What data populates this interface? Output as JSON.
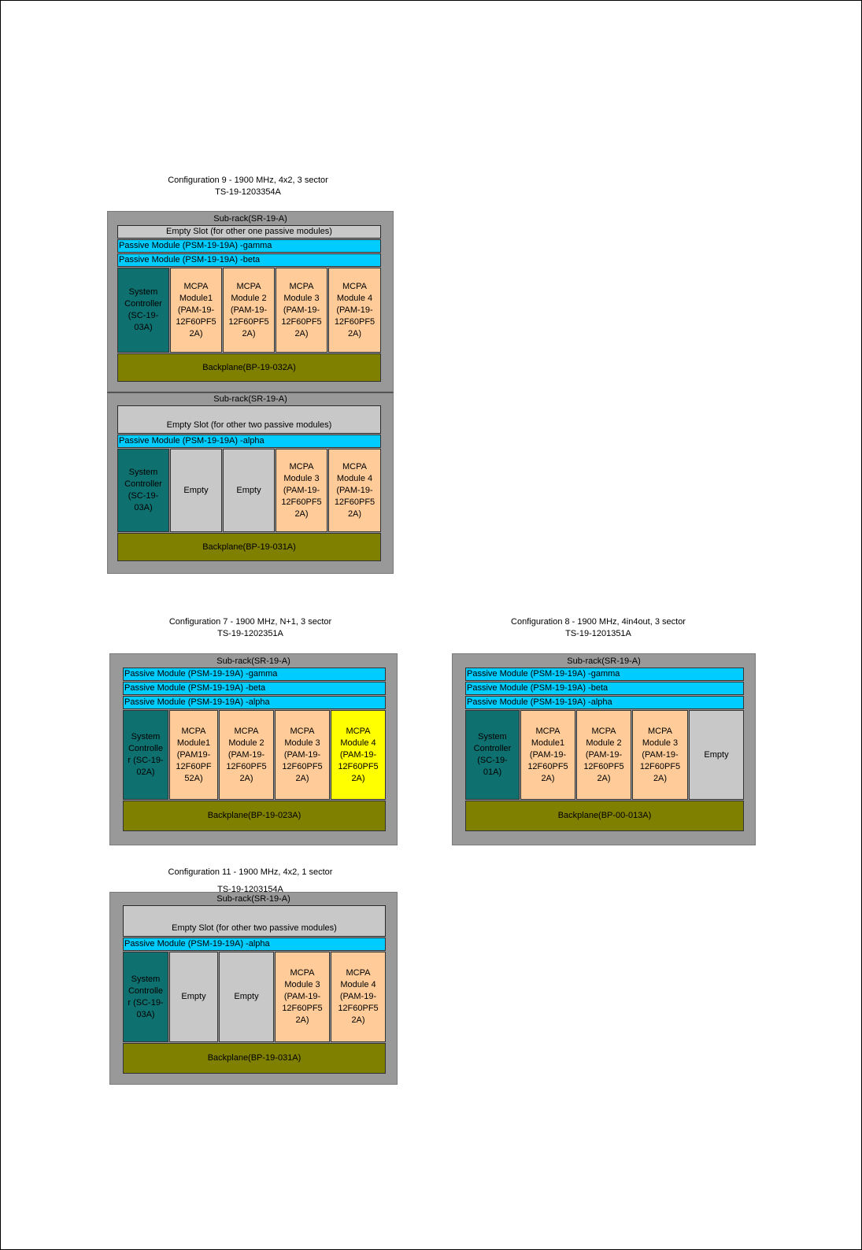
{
  "configs": [
    {
      "title": "Configuration 9 - 1900 MHz, 4x2, 3 sector",
      "part": "TS-19-1203354A",
      "racks": [
        {
          "label": "Sub-rack(SR-19-A)",
          "empty_slot": "Empty Slot (for other one passive modules)",
          "passive": [
            "Passive Module (PSM-19-19A) -gamma",
            "Passive Module (PSM-19-19A) -beta"
          ],
          "slots": [
            "System\nController\n(SC-19-\n03A)",
            "MCPA\nModule1\n(PAM-19-\n12F60PF5\n2A)",
            "MCPA\nModule 2\n(PAM-19-\n12F60PF5\n2A)",
            "MCPA\nModule 3\n(PAM-19-\n12F60PF5\n2A)",
            "MCPA\nModule 4\n(PAM-19-\n12F60PF5\n2A)"
          ],
          "backplane": "Backplane(BP-19-032A)"
        },
        {
          "label": "Sub-rack(SR-19-A)",
          "empty_slot": "Empty Slot (for other two passive modules)",
          "passive": [
            "Passive Module (PSM-19-19A) -alpha"
          ],
          "slots": [
            "System\nController\n(SC-19-\n03A)",
            "Empty",
            "Empty",
            "MCPA\nModule 3\n(PAM-19-\n12F60PF5\n2A)",
            "MCPA\nModule 4\n(PAM-19-\n12F60PF5\n2A)"
          ],
          "backplane": "Backplane(BP-19-031A)"
        }
      ]
    },
    {
      "title": "Configuration 7 - 1900 MHz, N+1, 3 sector",
      "part": "TS-19-1202351A",
      "racks": [
        {
          "label": "Sub-rack(SR-19-A)",
          "passive": [
            "Passive Module (PSM-19-19A) -gamma",
            "Passive Module (PSM-19-19A) -beta",
            "Passive Module (PSM-19-19A) -alpha"
          ],
          "slots": [
            "System\nControlle\nr (SC-19-\n02A)",
            "MCPA\nModule1\n(PAM19-\n12F60PF\n52A)",
            "MCPA\nModule 2\n(PAM-19-\n12F60PF5\n2A)",
            "MCPA\nModule 3\n(PAM-19-\n12F60PF5\n2A)",
            "MCPA\nModule 4\n(PAM-19-\n12F60PF5\n2A)"
          ],
          "backplane": "Backplane(BP-19-023A)"
        }
      ]
    },
    {
      "title": "Configuration 8 - 1900 MHz, 4in4out, 3 sector",
      "part": "TS-19-1201351A",
      "racks": [
        {
          "label": "Sub-rack(SR-19-A)",
          "passive": [
            "Passive Module (PSM-19-19A) -gamma",
            "Passive Module (PSM-19-19A) -beta",
            "Passive Module (PSM-19-19A) -alpha"
          ],
          "slots": [
            "System\nController\n(SC-19-\n01A)",
            "MCPA\nModule1\n(PAM-19-\n12F60PF5\n2A)",
            "MCPA\nModule 2\n(PAM-19-\n12F60PF5\n2A)",
            "MCPA\nModule 3\n(PAM-19-\n12F60PF5\n2A)",
            "Empty"
          ],
          "backplane": "Backplane(BP-00-013A)"
        }
      ]
    },
    {
      "title": "Configuration 11 - 1900 MHz, 4x2, 1 sector",
      "part": "TS-19-1203154A",
      "racks": [
        {
          "label": "Sub-rack(SR-19-A)",
          "empty_slot": "Empty Slot (for other two passive modules)",
          "passive": [
            "Passive Module (PSM-19-19A) -alpha"
          ],
          "slots": [
            "System\nControlle\nr (SC-19-\n03A)",
            "Empty",
            "Empty",
            "MCPA\nModule 3\n(PAM-19-\n12F60PF5\n2A)",
            "MCPA\nModule 4\n(PAM-19-\n12F60PF5\n2A)"
          ],
          "backplane": "Backplane(BP-19-031A)"
        }
      ]
    }
  ],
  "colors": {
    "rack_bg": "#999999",
    "passive": "#00ccff",
    "controller": "#0f7070",
    "mcpa": "#ffcc99",
    "mcpa_highlight": "#ffff00",
    "empty": "#c8c8c8",
    "backplane": "#7f7f00"
  }
}
